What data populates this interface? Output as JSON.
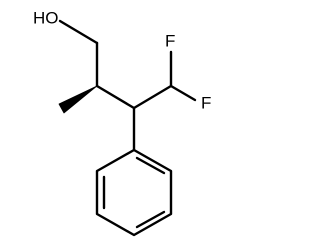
{
  "molecule": {
    "atoms": [
      {
        "id": "hydroxyl",
        "label": "HO"
      },
      {
        "id": "fluorine-1",
        "label": "F"
      },
      {
        "id": "fluorine-2",
        "label": "F"
      }
    ],
    "colors": {
      "bond": "#000000",
      "label": "#000000",
      "background": "#ffffff"
    },
    "stereo": {
      "methyl_bond": "wedge"
    }
  }
}
